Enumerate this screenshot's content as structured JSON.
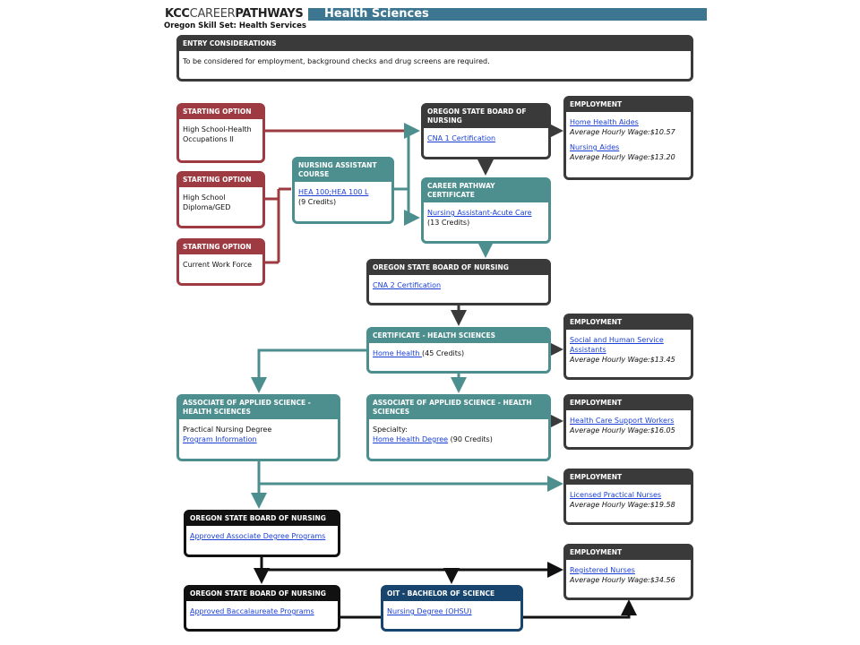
{
  "header": {
    "logo_bold": "KCC",
    "logo_thin": "CAREER",
    "logo_bold2": "PATHWAYS",
    "title": "Health Sciences",
    "subtitle": "Oregon Skill Set: Health Services"
  },
  "entry": {
    "heading": "ENTRY CONSIDERATIONS",
    "text": "To be considered for employment, background checks and drug screens are required."
  },
  "start1": {
    "heading": "STARTING OPTION",
    "text": "High School-Health Occupations II"
  },
  "start2": {
    "heading": "STARTING OPTION",
    "text": "High School Diploma/GED"
  },
  "start3": {
    "heading": "STARTING OPTION",
    "text": "Current Work Force"
  },
  "nac": {
    "heading": "NURSING ASSISTANT COURSE",
    "link": "HEA 100;HEA 100 L",
    "credits": "(9 Credits)"
  },
  "osbn1": {
    "heading": "OREGON STATE BOARD OF NURSING",
    "link": "CNA 1 Certification"
  },
  "cpc": {
    "heading": "CAREER PATHWAY CERTIFICATE",
    "link": "Nursing Assistant-Acute Care",
    "credits": "(13 Credits)"
  },
  "osbn2": {
    "heading": "OREGON STATE BOARD OF NURSING",
    "link": "CNA 2 Certification"
  },
  "cerths": {
    "heading": "CERTIFICATE - HEALTH SCIENCES",
    "link": "Home Health ",
    "credits": "(45 Credits)"
  },
  "aas1": {
    "heading": "ASSOCIATE OF APPLIED SCIENCE - HEALTH SCIENCES",
    "text": "Practical Nursing Degree",
    "link": "Program Information"
  },
  "aas2": {
    "heading": "ASSOCIATE OF APPLIED SCIENCE - HEALTH SCIENCES",
    "text": "Specialty:",
    "link": "Home Health Degree",
    "credits": " (90 Credits)"
  },
  "osbn3": {
    "heading": "OREGON STATE BOARD OF NURSING",
    "link": "Approved Associate Degree Programs"
  },
  "osbn4": {
    "heading": "OREGON STATE BOARD OF NURSING",
    "link": "Approved Baccalaureate Programs"
  },
  "oit": {
    "heading": "OIT - BACHELOR OF SCIENCE",
    "link": "Nursing Degree (OHSU)"
  },
  "emp1": {
    "heading": "EMPLOYMENT",
    "job1": "Home Health Aides",
    "wage1": "Average Hourly Wage:$10.57",
    "job2": "Nursing Aides",
    "wage2": "Average Hourly Wage:$13.20"
  },
  "emp2": {
    "heading": "EMPLOYMENT",
    "job1": "Social and Human Service Assistants",
    "wage1": "Average Hourly Wage:$13.45"
  },
  "emp3": {
    "heading": "EMPLOYMENT",
    "job1": "Health Care Support Workers",
    "wage1": "Average Hourly Wage:$16.05"
  },
  "emp4": {
    "heading": "EMPLOYMENT",
    "job1": "Licensed Practical Nurses",
    "wage1": "Average Hourly Wage:$19.58"
  },
  "emp5": {
    "heading": "EMPLOYMENT",
    "job1": "Registered Nurses",
    "wage1": "Average Hourly Wage:$34.56"
  },
  "colors": {
    "red": "#9e3b42",
    "teal": "#4c8f8e",
    "dark": "#3a3a3a",
    "black": "#111111",
    "navy": "#17456e",
    "header": "#3d7690"
  }
}
